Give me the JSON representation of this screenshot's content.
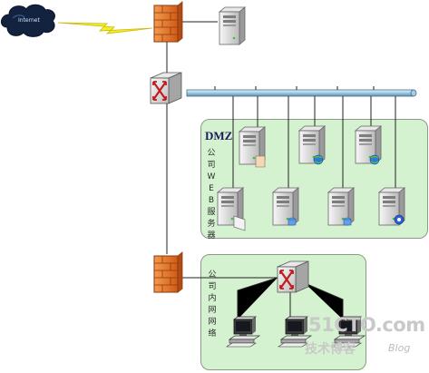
{
  "internet": {
    "label": "Internet",
    "color": "#13223f"
  },
  "dmz": {
    "title": "DMZ",
    "caption": "公司WEB服务器"
  },
  "internal": {
    "caption": "公司内网网络"
  },
  "watermark": {
    "site": "51CTO.com",
    "sub": "技术博客",
    "blog": "Blog"
  },
  "colors": {
    "zone": "#d4f2cf",
    "firewall": "#e8782c",
    "backbone": "#a8cde2",
    "lightning": "#f4ee22"
  },
  "icons": {
    "cloud": "internet-cloud-icon",
    "link": "lightning-link-icon",
    "firewall": "firewall-icon",
    "server": "server-icon",
    "switch": "switch-icon",
    "workstation": "workstation-icon"
  }
}
